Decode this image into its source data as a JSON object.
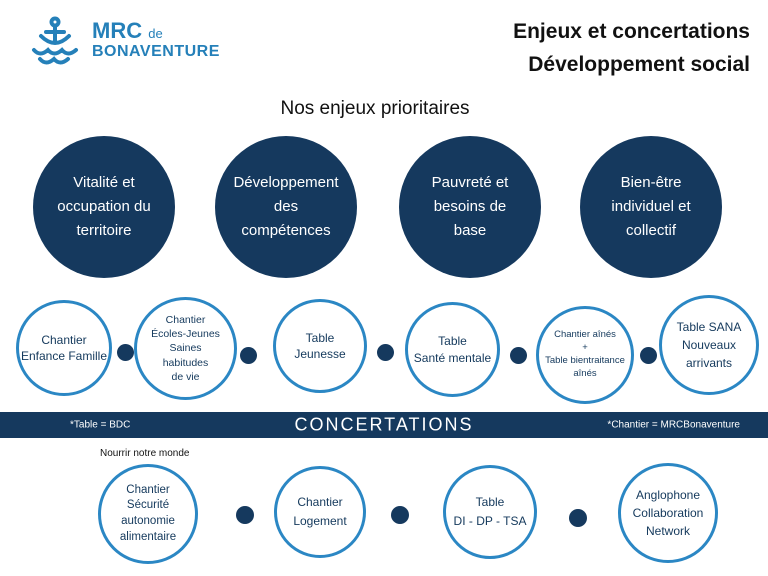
{
  "logo": {
    "name": "MRC",
    "de": "de",
    "subname": "BONAVENTURE"
  },
  "header": {
    "title_line1": "Enjeux et concertations",
    "title_line2": "Développement social"
  },
  "subtitle": "Nos enjeux prioritaires",
  "priorities": [
    {
      "label": "Vitalité et\noccupation du\nterritoire"
    },
    {
      "label": "Développement\ndes\ncompétences"
    },
    {
      "label": "Pauvreté et\nbesoins de\nbase"
    },
    {
      "label": "Bien-être\nindividuel et\ncollectif"
    }
  ],
  "tables_top": [
    {
      "label": "Chantier\nEnfance Famille"
    },
    {
      "label": "Chantier\nÉcoles-Jeunes\nSaines\nhabitudes\nde vie"
    },
    {
      "label": "Table\nJeunesse"
    },
    {
      "label": "Table\nSanté mentale"
    },
    {
      "label": "Chantier aînés\n+\nTable bientraitance\naînés"
    },
    {
      "label": "Table SANA\nNouveaux\narrivants"
    }
  ],
  "banner": {
    "left_note": "*Table = BDC",
    "title": "CONCERTATIONS",
    "right_note": "*Chantier = MRCBonaventure"
  },
  "bottom_note": "Nourrir notre monde",
  "tables_bottom": [
    {
      "label": "Chantier\nSécurité\nautonomie\nalimentaire"
    },
    {
      "label": "Chantier\nLogement"
    },
    {
      "label": "Table\nDI - DP - TSA"
    },
    {
      "label": "Anglophone\nCollaboration\nNetwork"
    }
  ],
  "colors": {
    "navy": "#15395e",
    "blue": "#2b87c4"
  }
}
